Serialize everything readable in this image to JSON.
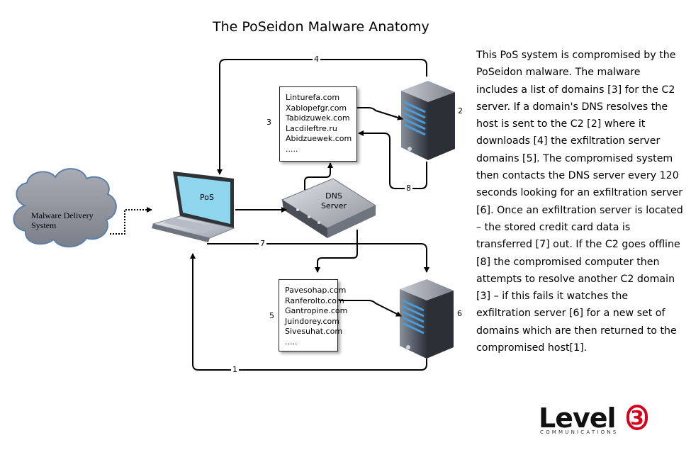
{
  "title": "The PoSeidon Malware Anatomy",
  "description": "This PoS system is compromised by the PoSeidon malware. The malware includes a list of domains [3] for the C2 server. If a domain's DNS resolves the host is sent to the C2 [2] where it downloads [4] the exfiltration server domains [5]. The compromised system then contacts the DNS server every 120 seconds looking for an exfiltration server [6]. Once an exfiltration server is located – the stored credit card data is transferred [7] out. If the C2 goes offline [8] the compromised computer then attempts to resolve another C2 domain [3] – if this fails it watches the exfiltration server [6] for a new set of domains which are then returned to the compromised host[1].",
  "nodes": {
    "cloud": "Malware Delivery System",
    "pos": "PoS",
    "dns": "DNS Server",
    "c2_server_number": "2",
    "exfil_server_number": "6"
  },
  "c2_domains": {
    "number": "3",
    "items": [
      "Linturefa.com",
      "Xablopefgr.com",
      "Tabidzuwek.com",
      "Lacdileftre.ru",
      "Abidzuewek.com",
      "....."
    ]
  },
  "exfil_domains": {
    "number": "5",
    "items": [
      "Pavesohap.com",
      "Ranferolto.com",
      "Gantropine.com",
      "Juindorey.com",
      "Sivesuhat.com",
      "....."
    ]
  },
  "edge_labels": {
    "e1": "1",
    "e4": "4",
    "e7": "7",
    "e8": "8"
  },
  "logo": {
    "word": "Level",
    "number": "3",
    "tagline": "COMMUNICATIONS"
  },
  "colors": {
    "cloud_fill": "#8f939e",
    "screen_fill": "#8fd5ee",
    "server_body": "#5d6470",
    "server_stripe": "#4a9bd6",
    "logo_accent": "#d6001c"
  }
}
